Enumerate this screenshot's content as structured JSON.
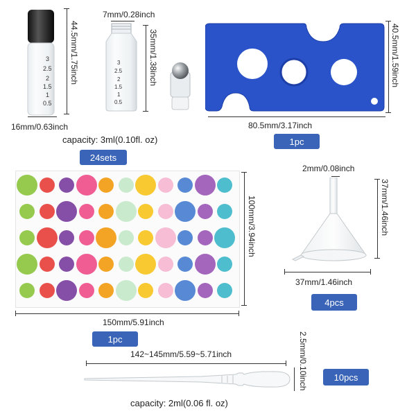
{
  "roller_bottle": {
    "width_label": "16mm/0.63inch",
    "height_label": "44.5mm/1.75inch",
    "scale_marks": [
      "3",
      "2.5",
      "2",
      "1.5",
      "1",
      "0.5"
    ],
    "capacity_label": "capacity: 3ml(0.10fl. oz)",
    "qty_badge": "24sets"
  },
  "small_bottle": {
    "top_label": "7mm/0.28inch",
    "height_label": "35mm/1.38inch",
    "scale_marks": [
      "3",
      "2.5",
      "2",
      "1.5",
      "1",
      "0.5"
    ]
  },
  "opener_tool": {
    "width_label": "80.5mm/3.17inch",
    "height_label": "40.5mm/1.59inch",
    "qty_badge": "1pc"
  },
  "stickers": {
    "width_label": "150mm/5.91inch",
    "height_label": "100mm/3.94inch",
    "qty_badge": "1pc"
  },
  "funnel": {
    "top_label": "2mm/0.08inch",
    "width_label": "37mm/1.46inch",
    "height_label": "37mm/1.46inch",
    "qty_badge": "4pcs"
  },
  "pipette": {
    "length_label": "142~145mm/5.59~5.71inch",
    "diameter_label": "2.5mm/0.10inch",
    "capacity_label": "capacity: 2ml(0.06 fl. oz)",
    "qty_badge": "10pcs"
  },
  "colors": {
    "badge": "#3a64b8",
    "opener_blue": "#2a52c9"
  }
}
